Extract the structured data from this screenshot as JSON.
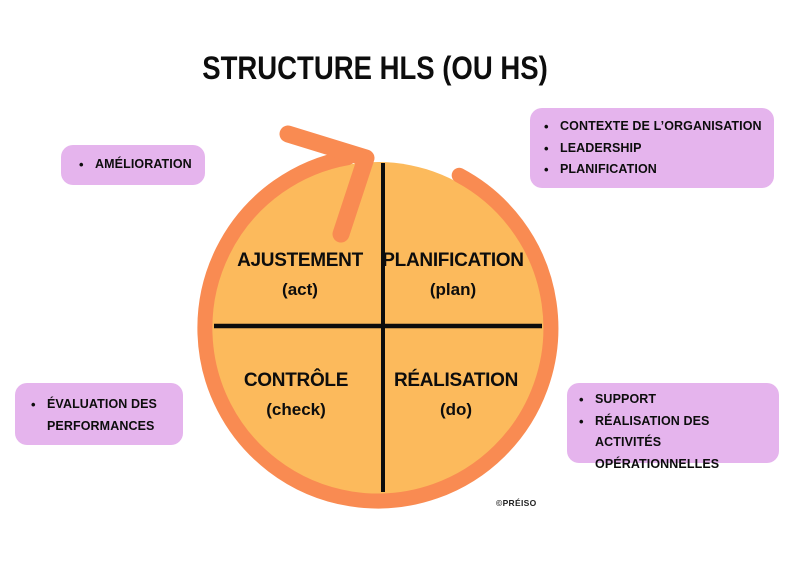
{
  "title": "STRUCTURE HLS (OU HS)",
  "credit": "©PRÉISO",
  "ui": {
    "bullet": "•"
  },
  "colors": {
    "circle_fill": "#FCBA5C",
    "circle_ring": "#F98B52",
    "arrow": "#F98B52",
    "divider": "#0d0d0d",
    "callout_bg": "#E5B4ED",
    "text": "#0d0d0d"
  },
  "cycle": {
    "quadrants": [
      {
        "name": "AJUSTEMENT",
        "sub": "(act)"
      },
      {
        "name": "PLANIFICATION",
        "sub": "(plan)"
      },
      {
        "name": "CONTRÔLE",
        "sub": "(check)"
      },
      {
        "name": "RÉALISATION",
        "sub": "(do)"
      }
    ]
  },
  "callouts": {
    "amelioration": {
      "items": [
        "AMÉLIORATION"
      ]
    },
    "context": {
      "items": [
        "CONTEXTE DE L’ORGANISATION",
        "LEADERSHIP",
        "PLANIFICATION"
      ]
    },
    "evaluation": {
      "items": [
        "ÉVALUATION DES PERFORMANCES"
      ]
    },
    "support": {
      "items": [
        "SUPPORT",
        "RÉALISATION DES ACTIVITÉS OPÉRATIONNELLES"
      ]
    }
  }
}
